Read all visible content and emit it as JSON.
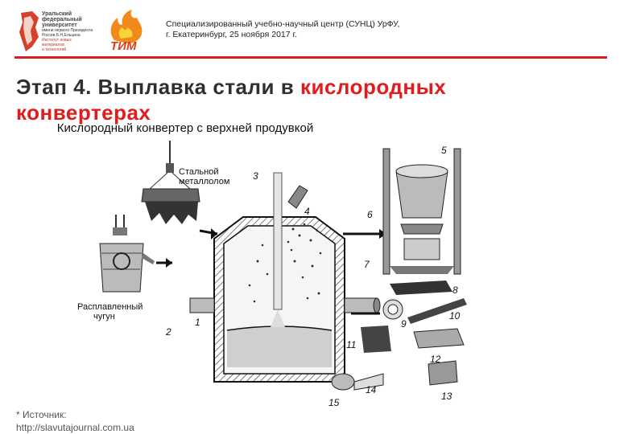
{
  "header": {
    "org_lines": [
      "Уральский",
      "федеральный",
      "университет",
      "имени первого Президента",
      "России Б.Н.Ельцина",
      "Институт новых материалов",
      "и технологий"
    ],
    "line1": "Специализированный учебно-научный центр (СУНЦ) УрФУ,",
    "line2": "г. Екатеринбург, 25 ноября 2017 г.",
    "logo2_text": "ТИМ",
    "rule_color": "#d81e1e"
  },
  "title": {
    "part1": "Этап 4. Выплавка стали в ",
    "part2_red": "кислородных конвертерах",
    "red_color": "#e21c1c"
  },
  "diagram": {
    "caption": "Кислородный конвертер с верхней продувкой",
    "label_scrap": "Стальной металлолом",
    "label_iron": "Расплавленный чугун",
    "numbers": [
      "1",
      "2",
      "3",
      "4",
      "5",
      "6",
      "7",
      "8",
      "9",
      "10",
      "11",
      "12",
      "13",
      "14",
      "15"
    ]
  },
  "footer": {
    "source_line1": "* Источник:",
    "source_line2": "http://slavutajournal.com.ua"
  }
}
